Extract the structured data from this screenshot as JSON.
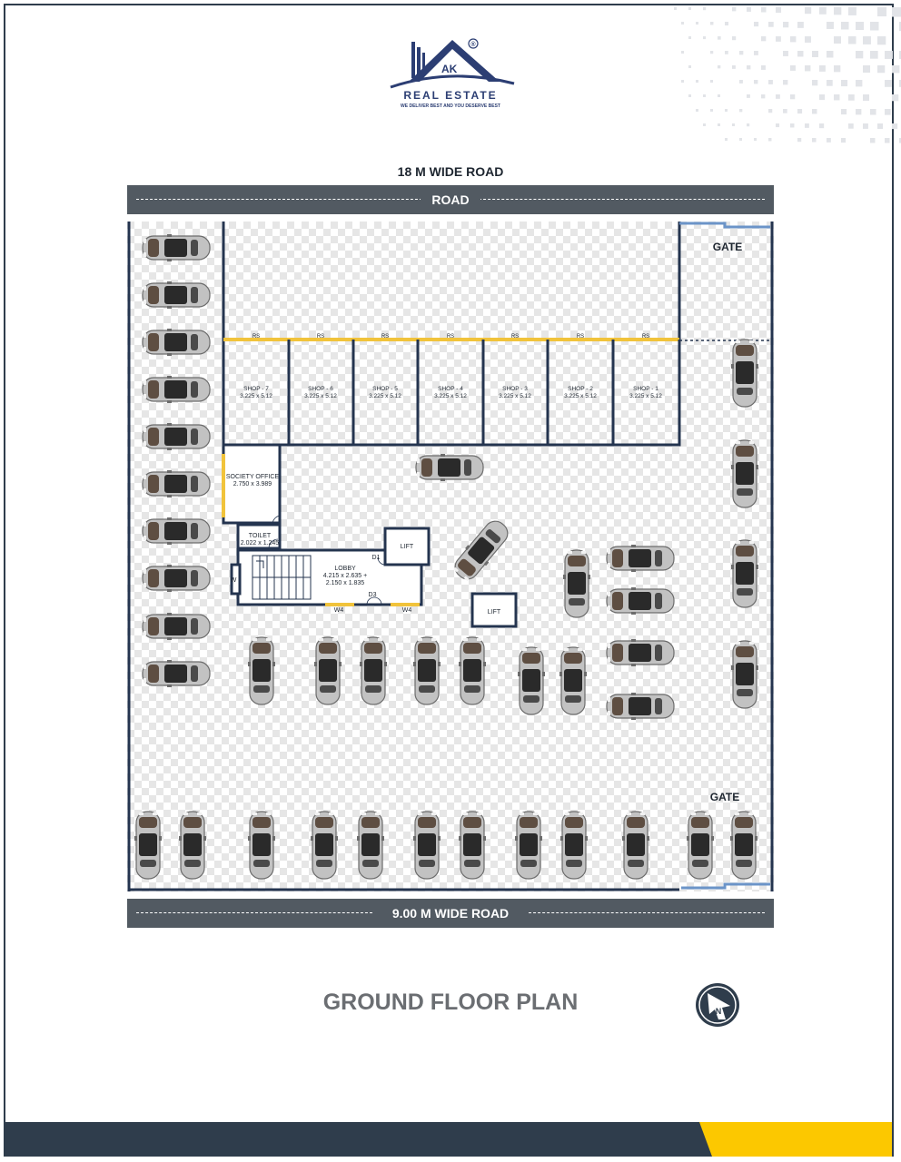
{
  "brand": {
    "logo_letters": "AK",
    "name": "REAL ESTATE",
    "tagline": "WE DELIVER BEST AND YOU DESERVE BEST",
    "registered_mark": "®"
  },
  "roads": {
    "top_caption": "18 M WIDE ROAD",
    "top_label": "ROAD",
    "bottom_label": "9.00 M WIDE ROAD"
  },
  "gates": {
    "top": "GATE",
    "bottom": "GATE"
  },
  "rolling_shutter_label": "RS",
  "shops": [
    {
      "name": "SHOP - 7",
      "size": "3.225 x 5.12"
    },
    {
      "name": "SHOP - 6",
      "size": "3.225 x 5.12"
    },
    {
      "name": "SHOP - 5",
      "size": "3.225 x 5.12"
    },
    {
      "name": "SHOP - 4",
      "size": "3.225 x 5.12"
    },
    {
      "name": "SHOP - 3",
      "size": "3.225 x 5.12"
    },
    {
      "name": "SHOP - 2",
      "size": "3.225 x 5.12"
    },
    {
      "name": "SHOP - 1",
      "size": "3.225 x 5.12"
    }
  ],
  "rooms": {
    "society_office": {
      "name": "SOCIETY OFFICE",
      "size": "2.750 x 3.989"
    },
    "toilet": {
      "name": "TOILET",
      "size": "2.022 x 1.245"
    },
    "lobby": {
      "name": "LOBBY",
      "size1": "4.215 x 2.635 +",
      "size2": "2.150 x 1.835"
    },
    "lift_1": "LIFT",
    "lift_2": "LIFT"
  },
  "openings": {
    "d1": "D1",
    "d3": "D3",
    "w4_a": "W4",
    "w4_b": "W4",
    "w": "W"
  },
  "title": "GROUND FLOOR PLAN",
  "north_label": "N",
  "colors": {
    "dark_blue": "#2f3d4c",
    "road_gray": "#525a62",
    "wall": "#24344f",
    "shutter_yellow": "#f1c33b",
    "accent_yellow": "#fcc800",
    "gate_blue": "#6b94c8",
    "title_gray": "#6b6e72"
  },
  "icons": {
    "car": "car-icon",
    "north_arrow": "north-arrow-icon",
    "logo": "house-roof-logo-icon"
  }
}
